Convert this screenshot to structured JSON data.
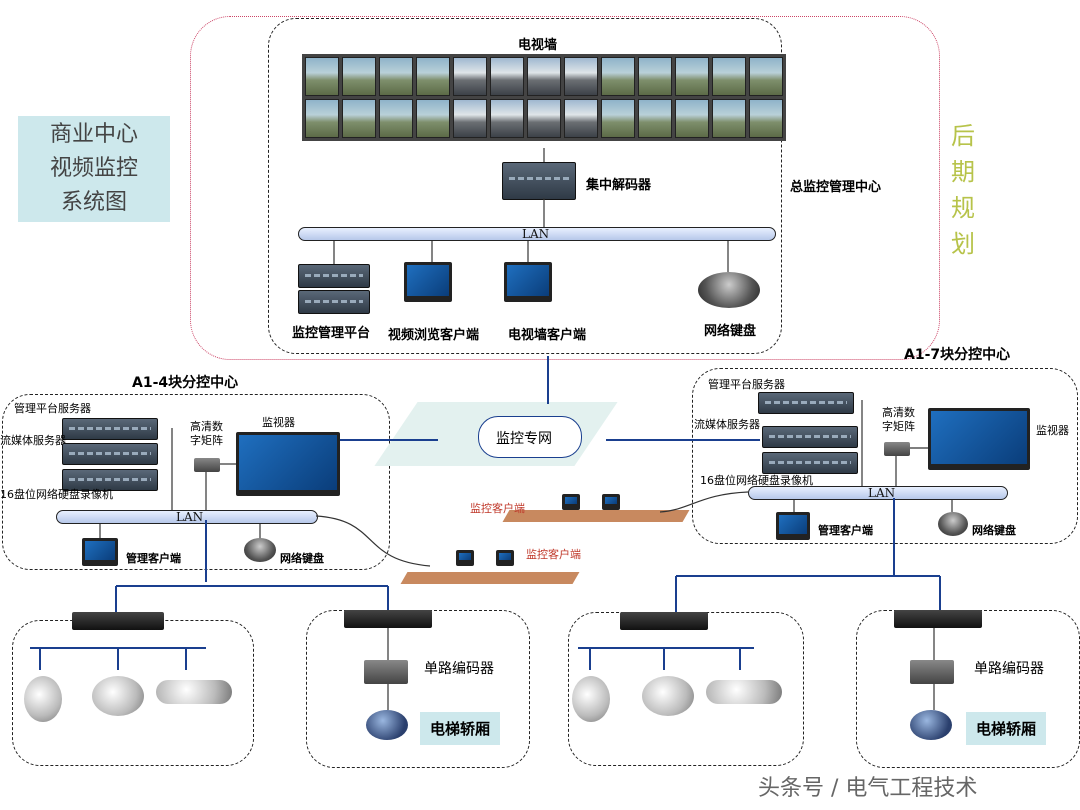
{
  "title": "商业中心\n视频监控\n系统图",
  "future_plan": "后\n期\n规\n划",
  "central": {
    "video_wall": "电视墙",
    "decoder": "集中解码器",
    "center_label": "总监控管理中心",
    "lan": "LAN",
    "devices": [
      "监控管理平台",
      "视频浏览客户端",
      "电视墙客户端",
      "网络键盘"
    ]
  },
  "network": "监控专网",
  "a14": {
    "title": "A1-4块分控中心",
    "mgmt_server": "管理平台服务器",
    "stream_server": "流媒体服务器",
    "nvr": "16盘位网络硬盘录像机",
    "matrix": "高清数\n字矩阵",
    "monitor": "监视器",
    "lan": "LAN",
    "mgmt_client": "管理客户端",
    "keyboard": "网络键盘"
  },
  "a17": {
    "title": "A1-7块分控中心",
    "mgmt_server": "管理平台服务器",
    "stream_server": "流媒体服务器",
    "nvr": "16盘位网络硬盘录像机",
    "matrix": "高清数\n字矩阵",
    "monitor": "监视器",
    "lan": "LAN",
    "mgmt_client": "管理客户端",
    "keyboard": "网络键盘"
  },
  "clients": {
    "monitor_client": "监控客户端",
    "monitor_client2": "监控客户端"
  },
  "edge": {
    "encoder_left": "单路编码器",
    "elevator_left": "电梯轿厢",
    "encoder_right": "单路编码器",
    "elevator_right": "电梯轿厢"
  },
  "watermark": "头条号 / 电气工程技术",
  "colors": {
    "link": "#1a3f8f",
    "title_bg": "#cde8ec",
    "future": "#b7c34a"
  }
}
